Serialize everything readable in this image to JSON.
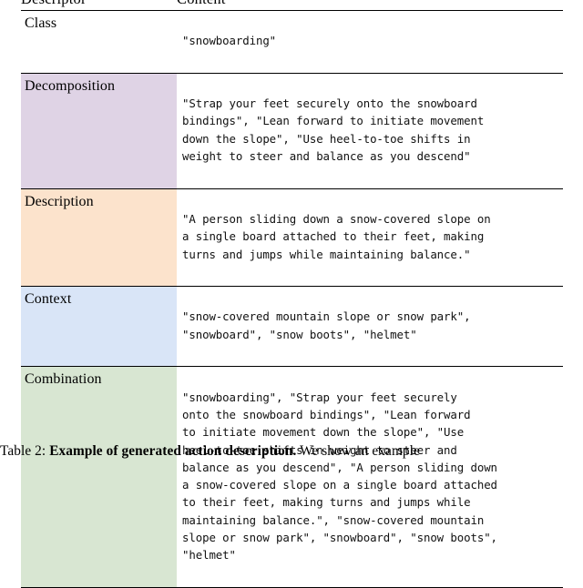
{
  "table": {
    "columns": [
      {
        "key": "descriptor",
        "header": "Descriptor"
      },
      {
        "key": "content",
        "header": "Content"
      }
    ],
    "rows": [
      {
        "descriptor": "Class",
        "tint": "none",
        "tint_color": "",
        "content": "\"snowboarding\""
      },
      {
        "descriptor": "Decomposition",
        "tint": "purple",
        "tint_color": "#dfd3e5",
        "content": "\"Strap your feet securely onto the snowboard\nbindings\", \"Lean forward to initiate movement\ndown the slope\", \"Use heel-to-toe shifts in\nweight to steer and balance as you descend\""
      },
      {
        "descriptor": "Description",
        "tint": "peach",
        "tint_color": "#fce3cc",
        "content": "\"A person sliding down a snow-covered slope on\na single board attached to their feet, making\nturns and jumps while maintaining balance.\""
      },
      {
        "descriptor": "Context",
        "tint": "blue",
        "tint_color": "#d9e5f7",
        "content": "\"snow-covered mountain slope or snow park\",\n\"snowboard\", \"snow boots\", \"helmet\""
      },
      {
        "descriptor": "Combination",
        "tint": "green",
        "tint_color": "#d8e6d2",
        "content": "\"snowboarding\", \"Strap your feet securely\nonto the snowboard bindings\", \"Lean forward\nto initiate movement down the slope\", \"Use\nheel-to-toe shifts in weight to steer and\nbalance as you descend\", \"A person sliding down\na snow-covered slope on a single board attached\nto their feet, making turns and jumps while\nmaintaining balance.\", \"snow-covered mountain\nslope or snow park\", \"snowboard\", \"snow boots\",\n\"helmet\""
      }
    ]
  },
  "caption": {
    "label": "Table 2: ",
    "bold": "Example of generated action description.",
    "rest": " We show an example"
  }
}
